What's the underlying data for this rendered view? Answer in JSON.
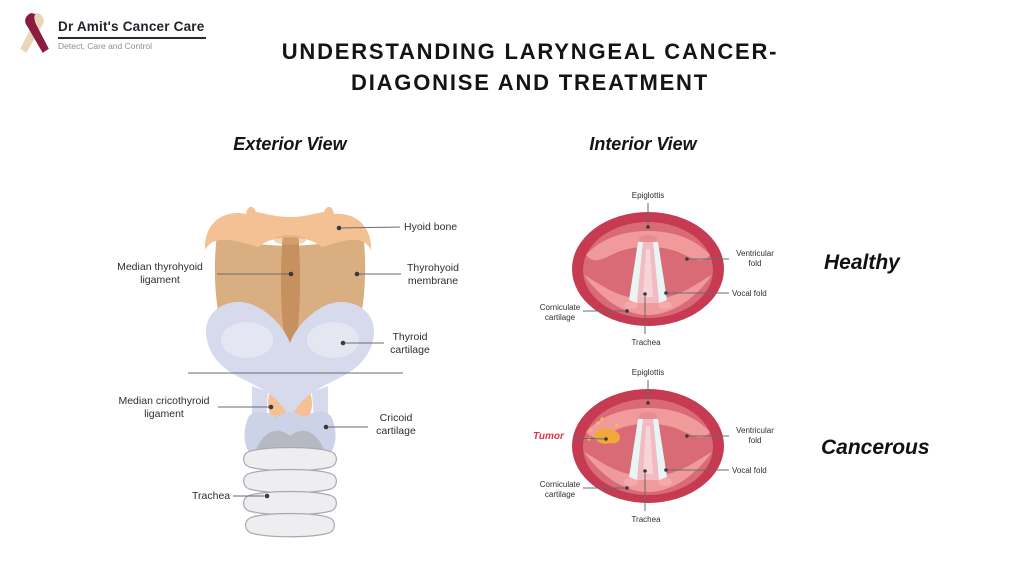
{
  "logo": {
    "name": "Dr Amit's Cancer Care",
    "tagline": "Detect, Care and Control"
  },
  "title": {
    "line1": "UNDERSTANDING LARYNGEAL CANCER-",
    "line2": "DIAGONISE AND TREATMENT"
  },
  "exterior": {
    "heading": "Exterior View",
    "labels": {
      "hyoid_bone": "Hyoid bone",
      "median_thyrohyoid_ligament": "Median thyrohyoid ligament",
      "thyrohyoid_membrane": "Thyrohyoid membrane",
      "thyroid_cartilage": "Thyroid cartilage",
      "median_cricothyroid_ligament": "Median cricothyroid ligament",
      "cricoid_cartilage": "Cricoid cartilage",
      "trachea": "Trachea"
    }
  },
  "interior": {
    "heading": "Interior View",
    "healthy": {
      "state": "Healthy",
      "labels": {
        "epiglottis": "Epiglottis",
        "ventricular_fold": "Ventricular fold",
        "vocal_fold": "Vocal fold",
        "corniculate_cartilage": "Corniculate cartilage",
        "trachea": "Trachea"
      }
    },
    "cancerous": {
      "state": "Cancerous",
      "labels": {
        "epiglottis": "Epiglottis",
        "ventricular_fold": "Ventricular fold",
        "vocal_fold": "Vocal fold",
        "corniculate_cartilage": "Corniculate cartilage",
        "trachea": "Trachea",
        "tumor": "Tumor"
      }
    }
  },
  "colors": {
    "peach": "#f3c193",
    "peach-dark": "#dfa876",
    "tan": "#d9ae80",
    "tan-dark": "#c6915e",
    "lavender": "#d6daec",
    "lavender2": "#ccd2e8",
    "gray-cartilage": "#b7b9c2",
    "ring": "#eeeef0",
    "ring-edge": "#a8aab2",
    "crimson": "#c63a52",
    "rose": "#d96b77",
    "salmon": "#f09a9c",
    "vocal": "#e9f4f5",
    "pink-center": "#f2bbc2",
    "pink-light": "#f7d4d8",
    "tumor": "#f0a83a",
    "tumor-speck": "#f2bd4e",
    "tumor-label": "#e03448",
    "ribbon-maroon": "#8c1c3e",
    "ribbon-cream": "#e9d6b8",
    "line": "#6b6b6b",
    "dot": "#3a3a3a"
  }
}
